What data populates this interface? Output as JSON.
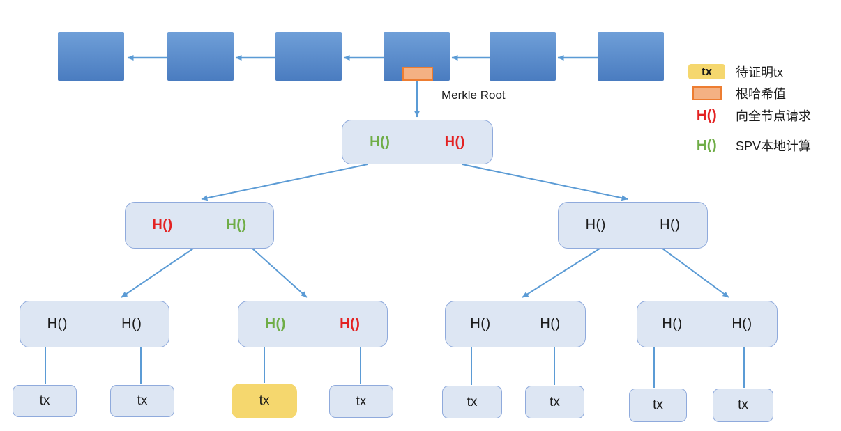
{
  "diagram": {
    "merkle_root_label": "Merkle Root"
  },
  "legend": {
    "items": [
      {
        "swatch_text": "tx",
        "kind": "highlight",
        "label": "待证明tx"
      },
      {
        "swatch_text": "",
        "kind": "root-hash",
        "label": "根哈希值"
      },
      {
        "swatch_text": "H()",
        "kind": "red",
        "label": "向全节点请求"
      },
      {
        "swatch_text": "H()",
        "kind": "green",
        "label": "SPV本地计算"
      }
    ]
  },
  "tree": {
    "root": {
      "left": {
        "text": "H()",
        "kind": "green"
      },
      "right": {
        "text": "H()",
        "kind": "red"
      }
    },
    "level2": [
      {
        "left": {
          "text": "H()",
          "kind": "red"
        },
        "right": {
          "text": "H()",
          "kind": "green"
        }
      },
      {
        "left": {
          "text": "H()",
          "kind": "black"
        },
        "right": {
          "text": "H()",
          "kind": "black"
        }
      }
    ],
    "level3": [
      {
        "left": {
          "text": "H()",
          "kind": "black"
        },
        "right": {
          "text": "H()",
          "kind": "black"
        }
      },
      {
        "left": {
          "text": "H()",
          "kind": "green"
        },
        "right": {
          "text": "H()",
          "kind": "red"
        }
      },
      {
        "left": {
          "text": "H()",
          "kind": "black"
        },
        "right": {
          "text": "H()",
          "kind": "black"
        }
      },
      {
        "left": {
          "text": "H()",
          "kind": "black"
        },
        "right": {
          "text": "H()",
          "kind": "black"
        }
      }
    ],
    "leaves": [
      {
        "text": "tx",
        "kind": "normal"
      },
      {
        "text": "tx",
        "kind": "normal"
      },
      {
        "text": "tx",
        "kind": "highlight"
      },
      {
        "text": "tx",
        "kind": "normal"
      },
      {
        "text": "tx",
        "kind": "normal"
      },
      {
        "text": "tx",
        "kind": "normal"
      },
      {
        "text": "tx",
        "kind": "normal"
      },
      {
        "text": "tx",
        "kind": "normal"
      }
    ]
  },
  "colors": {
    "block_top": "#6f9fd8",
    "block_bottom": "#4a7cc0",
    "connector": "#5b9bd5",
    "node_fill": "#dde6f3",
    "node_border": "#8faadc",
    "highlight_yellow": "#f5d76e",
    "root_hash_fill": "#f4b183",
    "root_hash_border": "#ed7d31",
    "request_red": "#e32222",
    "local_green": "#6fad47",
    "text_black": "#1a1a1a"
  }
}
